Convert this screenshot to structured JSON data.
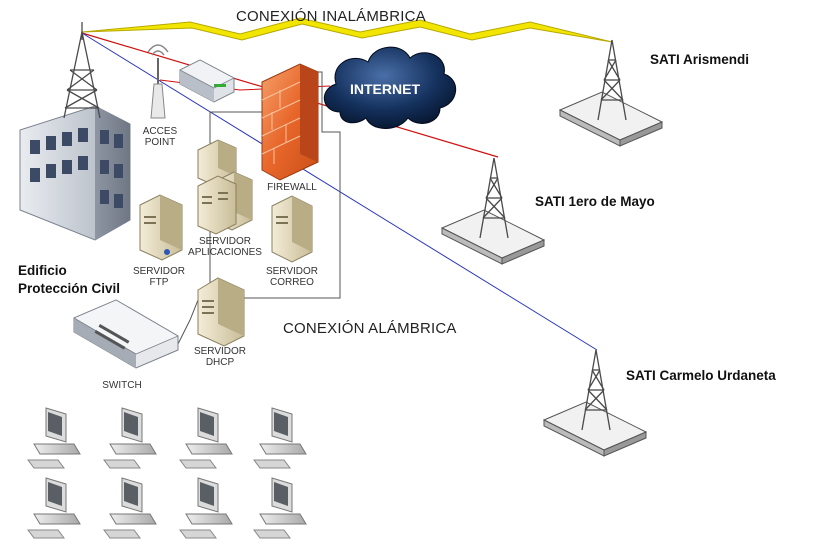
{
  "labels": {
    "wireless": "CONEXIÓN INALÁMBRICA",
    "wired": "CONEXIÓN ALÁMBRICA",
    "internet": "INTERNET",
    "access_point_1": "ACCES",
    "access_point_2": "POINT",
    "firewall": "FIREWALL",
    "server_apps_1": "SERVIDOR",
    "server_apps_2": "APLICACIONES",
    "server_ftp_1": "SERVIDOR",
    "server_ftp_2": "FTP",
    "server_mail_1": "SERVIDOR",
    "server_mail_2": "CORREO",
    "server_dhcp_1": "SERVIDOR",
    "server_dhcp_2": "DHCP",
    "switch": "SWITCH",
    "building_1": "Edificio",
    "building_2": "Protección Civil",
    "sati_1": "SATI Arismendi",
    "sati_2": "SATI 1ero de Mayo",
    "sati_3": "SATI Carmelo Urdaneta"
  },
  "colors": {
    "lightning": "#f2e600",
    "red_link": "#d01010",
    "blue_link": "#2a36b8",
    "firewall": "#e8662a",
    "cloud": "#0b1c3a",
    "tower": "#4a4a4a",
    "building": "#c9ced6"
  }
}
